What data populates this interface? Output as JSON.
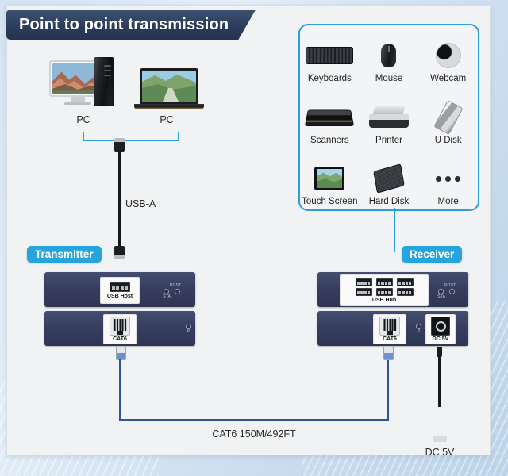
{
  "title": "Point to point transmission",
  "colors": {
    "banner": "#2a3c59",
    "accent": "#26a4de",
    "panel_border": "#2e9fd4",
    "unit_body": "#3a4263",
    "net_cable": "#2a5699"
  },
  "sources": {
    "desktop_label": "PC",
    "laptop_label": "PC",
    "usb_cable_label": "USB-A"
  },
  "device_panel": {
    "devices": [
      {
        "label": "Keyboards",
        "icon": "keyboard-icon"
      },
      {
        "label": "Mouse",
        "icon": "mouse-icon"
      },
      {
        "label": "Webcam",
        "icon": "webcam-icon"
      },
      {
        "label": "Scanners",
        "icon": "scanner-icon"
      },
      {
        "label": "Printer",
        "icon": "printer-icon"
      },
      {
        "label": "U Disk",
        "icon": "usb-flash-drive-icon"
      },
      {
        "label": "Touch Screen",
        "icon": "touchscreen-icon"
      },
      {
        "label": "Hard Disk",
        "icon": "hard-disk-icon"
      },
      {
        "label": "More",
        "icon": "ellipsis-icon"
      }
    ]
  },
  "transmitter": {
    "badge": "Transmitter",
    "usb_port_label": "USB Host",
    "net_port_label": "CAT6",
    "led_post": "POST",
    "led_sta": "STA",
    "led_power": "P"
  },
  "receiver": {
    "badge": "Receiver",
    "usb_port_label": "USB Hub",
    "net_port_label": "CAT6",
    "power_port_label": "DC 5V",
    "led_post": "POST",
    "led_sta": "STA",
    "led_power": "P"
  },
  "cables": {
    "network_label": "CAT6 150M/492FT",
    "power_label": "DC 5V"
  }
}
